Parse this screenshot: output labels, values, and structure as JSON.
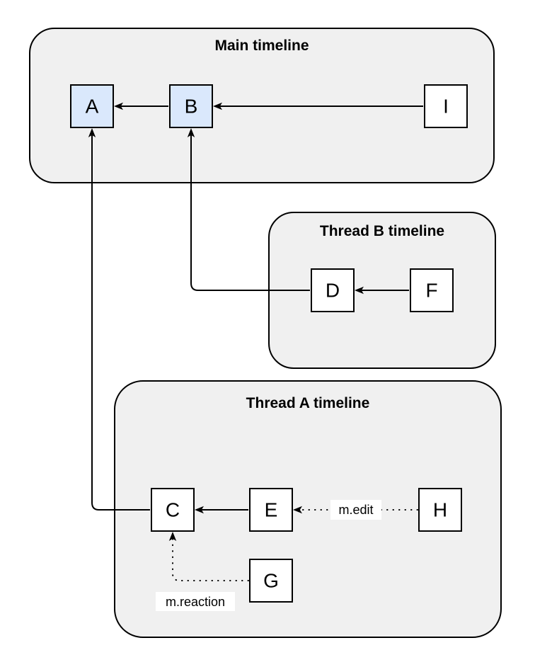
{
  "diagram": {
    "colors": {
      "container_fill": "#f0f0f0",
      "container_stroke": "#000000",
      "node_fill": "#ffffff",
      "node_highlight_fill": "#dae8fc",
      "node_stroke": "#000000",
      "edge_stroke": "#000000",
      "label_bg": "#ffffff",
      "text": "#000000"
    },
    "containers": {
      "main": {
        "title": "Main timeline"
      },
      "thread_b": {
        "title": "Thread B timeline"
      },
      "thread_a": {
        "title": "Thread A timeline"
      }
    },
    "nodes": {
      "a": {
        "label": "A",
        "fill": "#dae8fc"
      },
      "b": {
        "label": "B",
        "fill": "#dae8fc"
      },
      "i": {
        "label": "I",
        "fill": "#ffffff"
      },
      "d": {
        "label": "D",
        "fill": "#ffffff"
      },
      "f": {
        "label": "F",
        "fill": "#ffffff"
      },
      "c": {
        "label": "C",
        "fill": "#ffffff"
      },
      "e": {
        "label": "E",
        "fill": "#ffffff"
      },
      "h": {
        "label": "H",
        "fill": "#ffffff"
      },
      "g": {
        "label": "G",
        "fill": "#ffffff"
      }
    },
    "edge_labels": {
      "h_to_e": "m.edit",
      "g_to_c": "m.reaction"
    }
  }
}
